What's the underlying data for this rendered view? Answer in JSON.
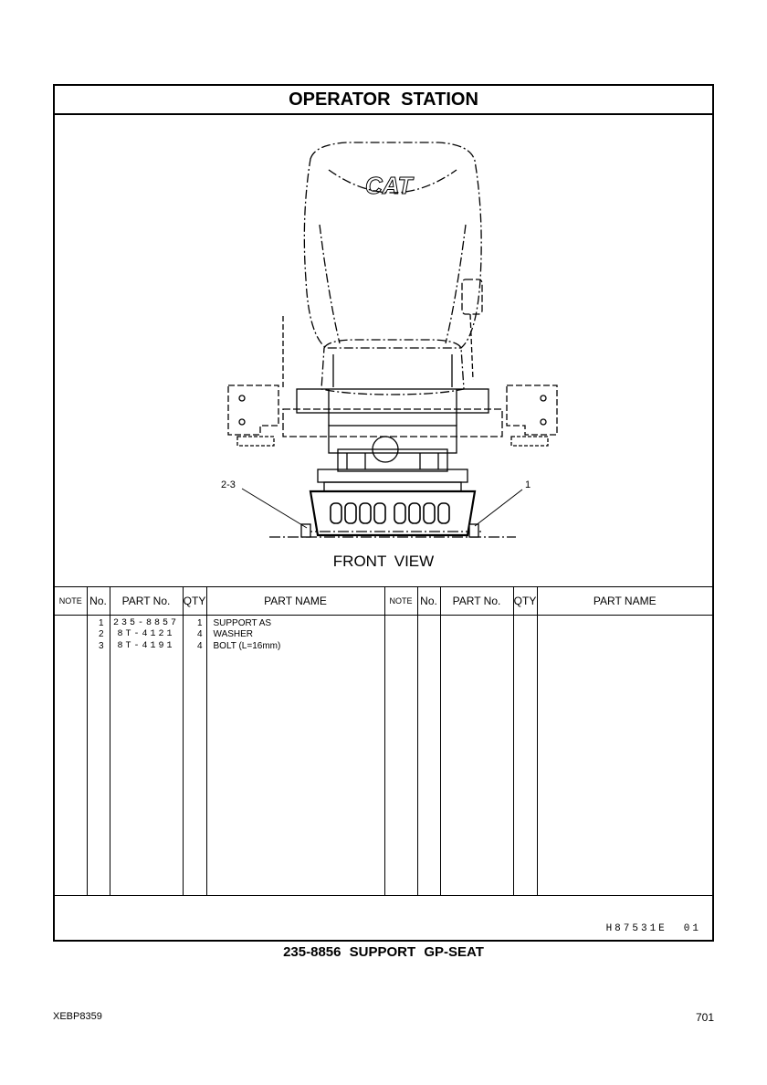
{
  "title": "OPERATOR STATION",
  "drawing": {
    "logo_text": "CAT",
    "view_label": "FRONT VIEW",
    "callouts": [
      "2-3",
      "1"
    ]
  },
  "table": {
    "headers": {
      "note": "NOTE",
      "no": "No.",
      "part_no": "PART No.",
      "qty": "QTY",
      "part_name": "PART NAME"
    },
    "rows": [
      {
        "no": "1",
        "part_no": "235-8857",
        "qty": "1",
        "name": "SUPPORT AS"
      },
      {
        "no": "2",
        "part_no": "8T-4121",
        "qty": "4",
        "name": "WASHER"
      },
      {
        "no": "3",
        "part_no": "8T-4191",
        "qty": "4",
        "name": "BOLT (L=16mm)"
      }
    ]
  },
  "reference": {
    "code": "H87531E",
    "version": "01"
  },
  "caption": "235-8856 SUPPORT GP-SEAT",
  "footer": {
    "doc_id": "XEBP8359",
    "page": "701"
  }
}
